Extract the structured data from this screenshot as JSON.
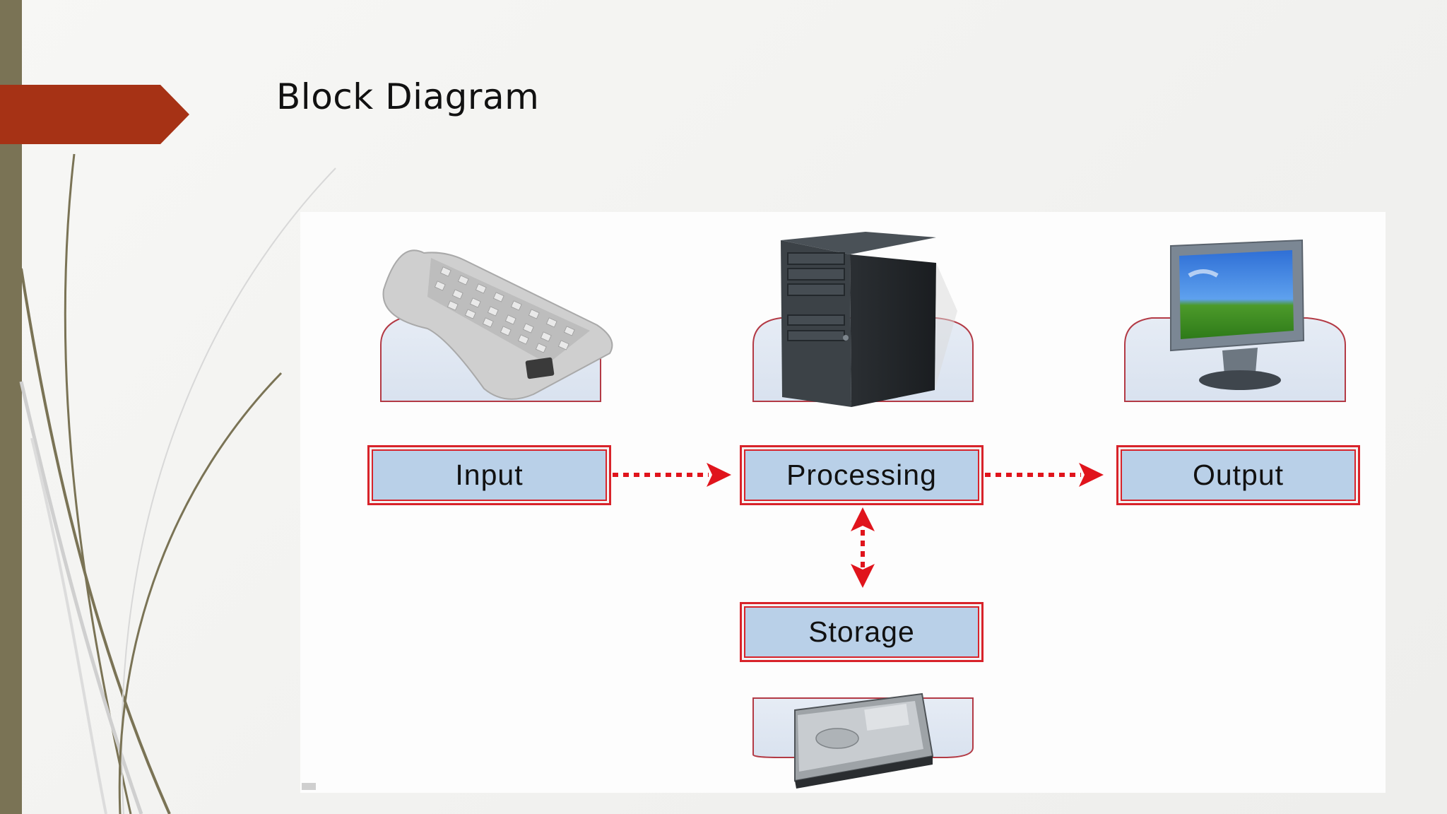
{
  "slide": {
    "title": "Block Diagram"
  },
  "diagram": {
    "blocks": {
      "input": "Input",
      "processing": "Processing",
      "output": "Output",
      "storage": "Storage"
    },
    "device_icons": [
      "keyboard-icon",
      "computer-tower-icon",
      "monitor-icon",
      "hard-drive-icon"
    ],
    "colors": {
      "block_fill": "#b9d0e8",
      "block_border": "#d8232a",
      "arrow": "#e0141c",
      "title_banner": "#a63215",
      "left_bar": "#7a7355"
    }
  }
}
